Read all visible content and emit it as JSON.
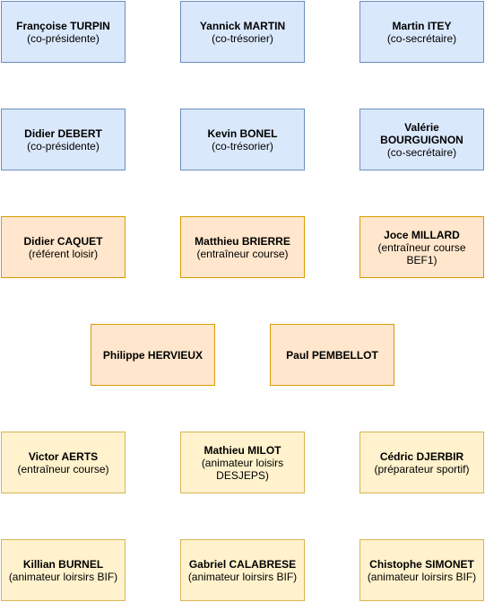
{
  "colors": {
    "blue_fill": "#dae8fc",
    "blue_border": "#6c8ebf",
    "orange_fill": "#ffe6cc",
    "orange_border": "#d79b00",
    "yellow_fill": "#fff2cc",
    "yellow_border": "#d6b656"
  },
  "people": [
    {
      "name": "Françoise TURPIN",
      "role": "(co-présidente)"
    },
    {
      "name": "Yannick MARTIN",
      "role": "(co-trésorier)"
    },
    {
      "name": "Martin ITEY",
      "role": "(co-secrétaire)"
    },
    {
      "name": "Didier DEBERT",
      "role": "(co-présidente)"
    },
    {
      "name": "Kevin BONEL",
      "role": "(co-trésorier)"
    },
    {
      "name": "Valérie BOURGUIGNON",
      "role": "(co-secrétaire)"
    },
    {
      "name": "Didier CAQUET",
      "role": "(référent loisir)"
    },
    {
      "name": "Matthieu BRIERRE",
      "role": "(entraîneur course)"
    },
    {
      "name": "Joce MILLARD",
      "role": "(entraîneur course BEF1)"
    },
    {
      "name": "Philippe HERVIEUX",
      "role": ""
    },
    {
      "name": "Paul PEMBELLOT",
      "role": ""
    },
    {
      "name": "Victor AERTS",
      "role": "(entraîneur course)"
    },
    {
      "name": "Mathieu MILOT",
      "role": "(animateur loisirs DESJEPS)"
    },
    {
      "name": "Cédric DJERBIR",
      "role": "(préparateur sportif)"
    },
    {
      "name": "Killian BURNEL",
      "role": "(animateur loirsirs BIF)"
    },
    {
      "name": "Gabriel CALABRESE",
      "role": "(animateur loirsirs BIF)"
    },
    {
      "name": "Chistophe SIMONET",
      "role": "(animateur loirsirs BIF)"
    }
  ]
}
